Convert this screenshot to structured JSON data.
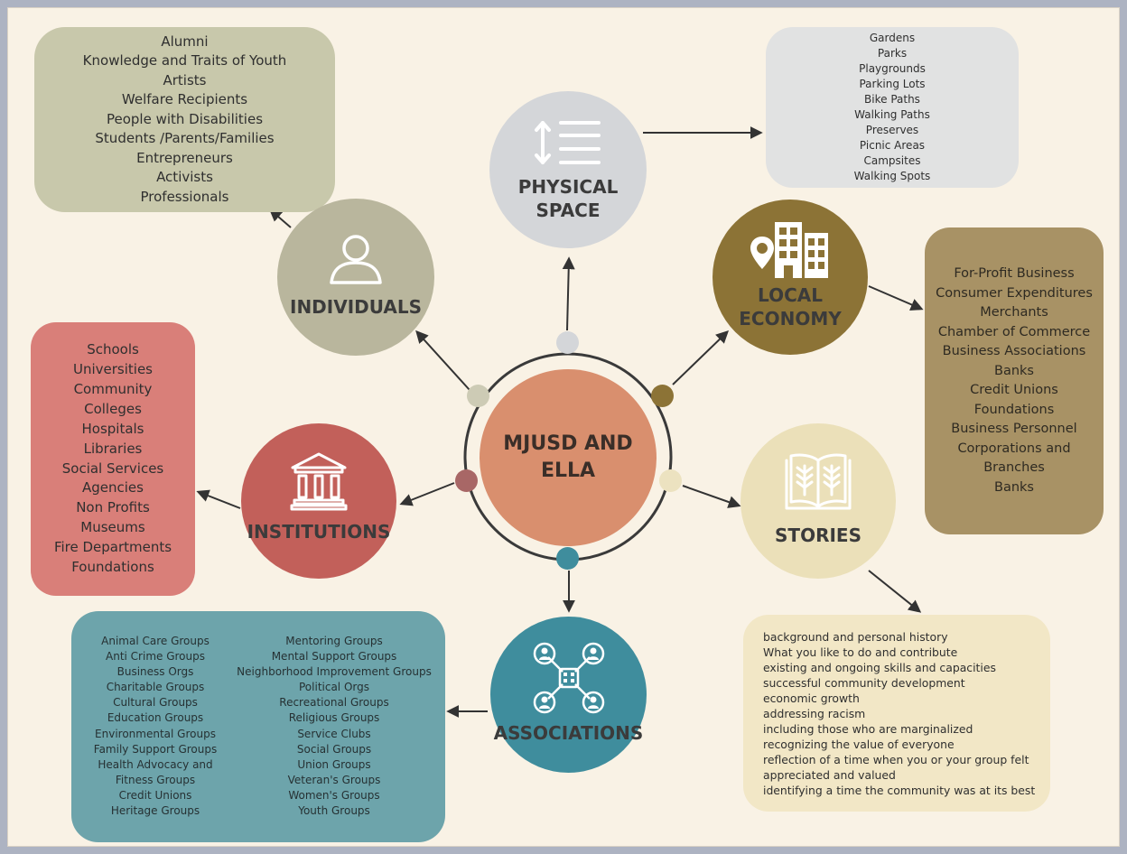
{
  "center": {
    "lines": [
      "MJUSD AND",
      "ELLA"
    ],
    "color": "#d98f6e"
  },
  "nodes": {
    "physical_space": {
      "lines": [
        "PHYSICAL",
        "SPACE"
      ],
      "icon": "spacing-icon",
      "color": "#d4d6d9"
    },
    "individuals": {
      "lines": [
        "INDIVIDUALS"
      ],
      "icon": "person-icon",
      "color": "#b9b69d"
    },
    "local_economy": {
      "lines": [
        "LOCAL",
        "ECONOMY"
      ],
      "icon": "buildings-icon",
      "color": "#8c7336"
    },
    "institutions": {
      "lines": [
        "INSTITUTIONS"
      ],
      "icon": "bank-building-icon",
      "color": "#c2605a"
    },
    "stories": {
      "lines": [
        "STORIES"
      ],
      "icon": "open-book-icon",
      "color": "#ebe0b9"
    },
    "associations": {
      "lines": [
        "ASSOCIATIONS"
      ],
      "icon": "network-people-icon",
      "color": "#3f8d9d"
    }
  },
  "lists": {
    "individuals": [
      "Alumni",
      "Knowledge and Traits of Youth",
      "Artists",
      "Welfare Recipients",
      "People with Disabilities",
      "Students /Parents/Families",
      "Entrepreneurs",
      "Activists",
      "Professionals"
    ],
    "physical_space": [
      "Gardens",
      "Parks",
      "Playgrounds",
      "Parking Lots",
      "Bike Paths",
      "Walking Paths",
      "Preserves",
      "Picnic Areas",
      "Campsites",
      "Walking Spots"
    ],
    "local_economy": [
      "For-Profit Business",
      "Consumer Expenditures",
      "Merchants",
      "Chamber of Commerce",
      "Business Associations",
      "Banks",
      "Credit Unions",
      "Foundations",
      "Business Personnel",
      "Corporations and",
      "Branches",
      "Banks"
    ],
    "institutions": [
      "Schools",
      "Universities",
      "Community",
      "Colleges",
      "Hospitals",
      "Libraries",
      "Social Services",
      "Agencies",
      "Non Profits",
      "Museums",
      "Fire Departments",
      "Foundations"
    ],
    "associations_left": [
      "Animal Care Groups",
      "Anti Crime Groups",
      "Business Orgs",
      "Charitable Groups",
      "Cultural Groups",
      "Education Groups",
      "Environmental Groups",
      "Family Support Groups",
      "Health Advocacy and",
      "Fitness Groups",
      "Credit Unions",
      "Heritage Groups"
    ],
    "associations_right": [
      "Mentoring Groups",
      "Mental Support Groups",
      "Neighborhood Improvement Groups",
      "Political Orgs",
      "Recreational Groups",
      "Religious Groups",
      "Service Clubs",
      "Social Groups",
      "Union Groups",
      "Veteran's Groups",
      "Women's Groups",
      "Youth Groups"
    ],
    "stories": [
      "background and personal history",
      "What you like to do and contribute",
      "existing and ongoing skills and capacities",
      "successful community development",
      "economic growth",
      "addressing racism",
      "including those who are marginalized",
      "recognizing the value of everyone",
      "reflection of a time when you or your group felt",
      "appreciated and valued",
      "identifying a time the community was at its best"
    ]
  },
  "colors": {
    "background": "#f9f2e5",
    "frame": "#adb3c2",
    "individuals_box": "#c8c8ab",
    "physical_space_box": "#e1e2e2",
    "local_economy_box": "#a89265",
    "institutions_box": "#d97f79",
    "associations_box": "#6da4ab",
    "stories_box": "#f2e7c6",
    "dot_top": "#d4d6d9",
    "dot_left_upper": "#cdcbb5",
    "dot_right_upper": "#8c7336",
    "dot_left_lower": "#a86766",
    "dot_right_lower": "#ece2c0",
    "dot_bottom": "#3f8d9d"
  }
}
